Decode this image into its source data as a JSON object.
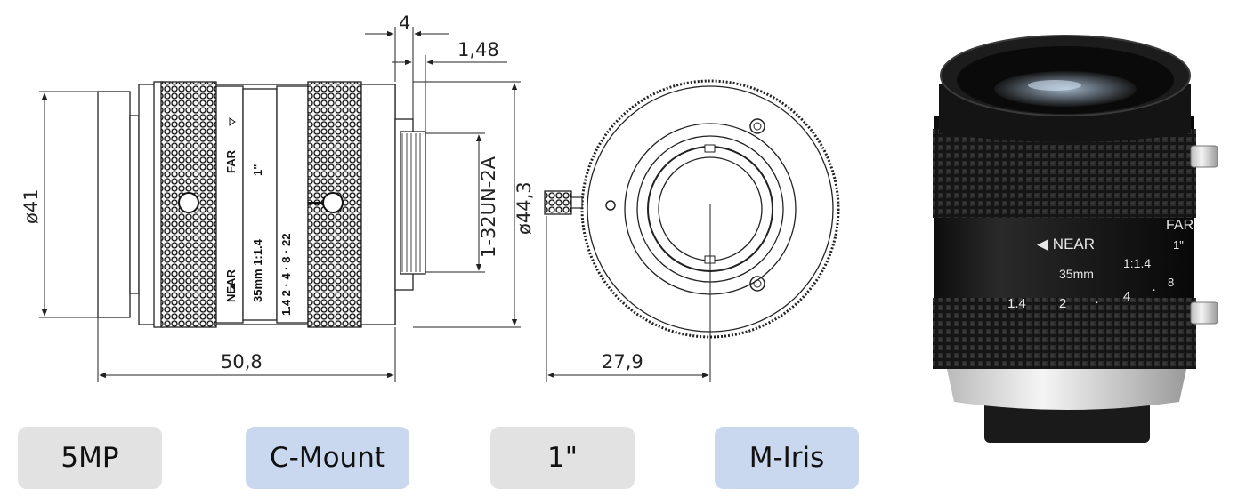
{
  "side_view": {
    "dims": {
      "diameter_front": "ø41",
      "diameter_mount": "ø44,3",
      "length": "50,8",
      "flange_width": "4",
      "thread_depth": "1,48",
      "thread_spec": "1-32UN-2A"
    },
    "barrel_text": {
      "far": "FAR",
      "near": "NEAR",
      "format": "1\"",
      "spec": "35mm   1:1.4",
      "iris_scale": "1.4  2  ·  4  ·  8  ·  22"
    }
  },
  "front_view": {
    "dims": {
      "offset": "27,9"
    }
  },
  "photo": {
    "labels": {
      "near": "◀ NEAR",
      "far": "FAR",
      "focal": "35mm",
      "aperture": "1:1.4",
      "format": "1\""
    },
    "iris_scale": [
      "1.4",
      "2",
      "·",
      "4",
      "·",
      "8"
    ]
  },
  "badges": [
    {
      "label": "5MP",
      "color": "#e2e2e2"
    },
    {
      "label": "C-Mount",
      "color": "#c9d8ee"
    },
    {
      "label": "1\"",
      "color": "#e2e2e2"
    },
    {
      "label": "M-Iris",
      "color": "#c9d8ee"
    }
  ]
}
